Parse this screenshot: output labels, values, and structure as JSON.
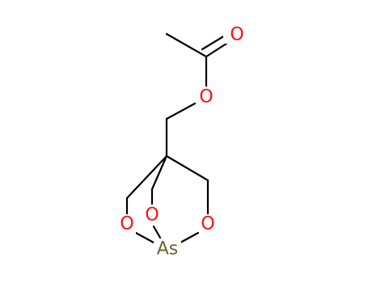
{
  "molecule": {
    "atoms": [
      {
        "id": "o-carbonyl",
        "symbol": "O",
        "color": "#ff0d0d"
      },
      {
        "id": "o-ester",
        "symbol": "O",
        "color": "#ff0d0d"
      },
      {
        "id": "o-left",
        "symbol": "O",
        "color": "#ff0d0d"
      },
      {
        "id": "o-middle",
        "symbol": "O",
        "color": "#ff0d0d"
      },
      {
        "id": "o-right",
        "symbol": "O",
        "color": "#ff0d0d"
      },
      {
        "id": "as",
        "symbol": "As",
        "color": "#666633"
      }
    ]
  }
}
